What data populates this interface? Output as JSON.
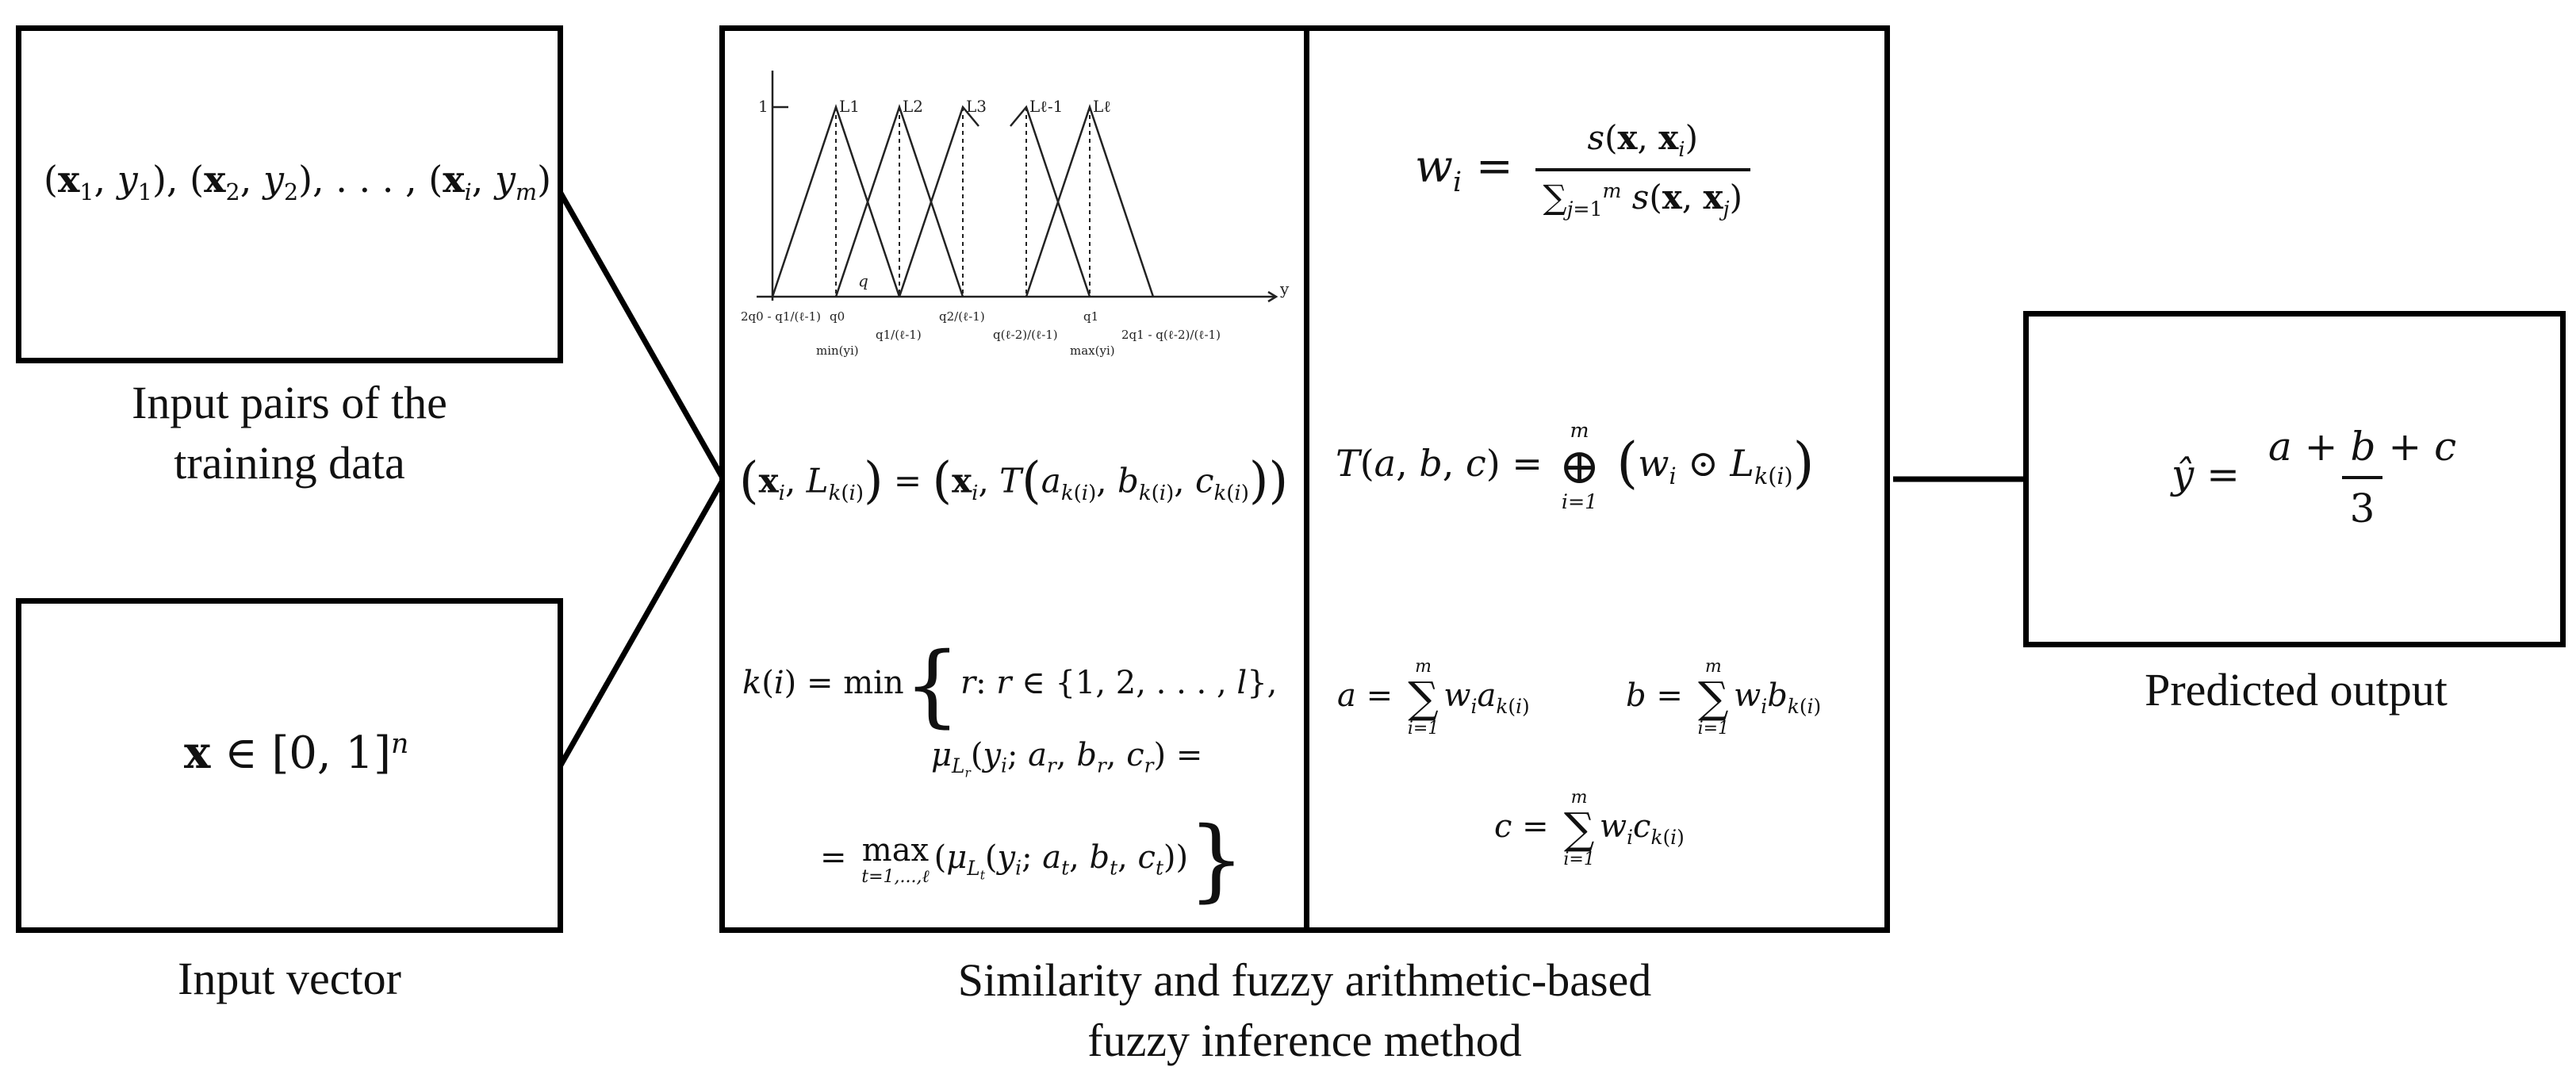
{
  "training_data": {
    "formula": "(x1, y1), (x2, y2), . . . , (xi, ym)",
    "caption_lines": [
      "Input pairs of the",
      "training data"
    ]
  },
  "input_vector": {
    "formula": "x ∈ [0, 1]^n",
    "caption": "Input vector"
  },
  "method": {
    "caption_lines": [
      "Similarity and fuzzy arithmetic-based",
      "fuzzy inference method"
    ],
    "fuzzy_sets": {
      "set_labels": [
        "L1",
        "L2",
        "L3",
        "Lℓ-1",
        "Lℓ"
      ],
      "y_axis_tick": "1",
      "x_axis_label": "y",
      "inner_label": "q",
      "tick_labels": [
        "2q0 - q1/(ℓ-1)",
        "q0",
        "q1/(ℓ-1)",
        "q2/(ℓ-1)",
        "q(ℓ-2)/(ℓ-1)",
        "q1",
        "2q1 - q(ℓ-2)/(ℓ-1)"
      ],
      "tick_notes": [
        "min(yi)",
        "max(yi)"
      ]
    },
    "pair_formula": "(xi, Lk(i)) = (xi, T(ak(i), bk(i), ck(i)))",
    "k_formula": {
      "line1": "k(i) = min{ r : r ∈ {1, 2, . . . , l},",
      "line2": "μLr(yi; ar, br, cr) =",
      "line3": "= max t=1,...,ℓ (μLt(yi; at, bt, ct)) }"
    },
    "weight_formula": "wi = s(x, xi) / Σ_{j=1}^{m} s(x, xj)",
    "t_formula": "T(a, b, c) = ⊕_{i=1}^{m} (wi ⊙ Lk(i))",
    "abc_formulas": {
      "a": "a = Σ_{i=1}^{m} wi ak(i)",
      "b": "b = Σ_{i=1}^{m} wi bk(i)",
      "c": "c = Σ_{i=1}^{m} wi ck(i)"
    }
  },
  "output": {
    "formula": "ŷ = (a + b + c) / 3",
    "caption": "Predicted output"
  }
}
